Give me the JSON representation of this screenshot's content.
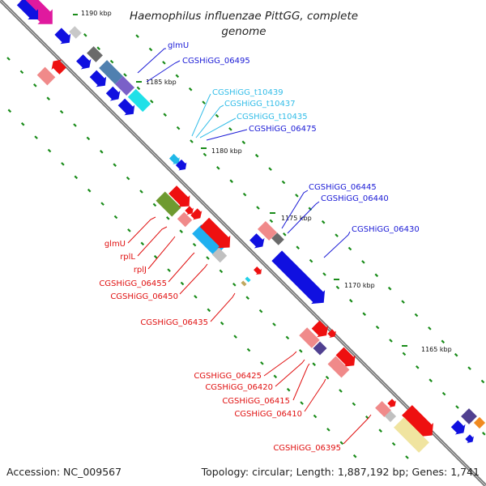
{
  "title": "Haemophilus influenzae PittGG, complete genome",
  "footer": {
    "accession": "Accession: NC_009567",
    "topology": "Topology: circular; Length: 1,887,192 bp; Genes: 1,741"
  },
  "kbp_ticks": [
    {
      "label": "1190 kbp"
    },
    {
      "label": "1185 kbp"
    },
    {
      "label": "1180 kbp"
    },
    {
      "label": "1175 kbp"
    },
    {
      "label": "1170 kbp"
    },
    {
      "label": "1165 kbp"
    }
  ],
  "gene_labels": {
    "blue": [
      "glmU",
      "CGSHiGG_06495",
      "CGSHiGG_06475",
      "CGSHiGG_06445",
      "CGSHiGG_06440",
      "CGSHiGG_06430"
    ],
    "cyan": [
      "CGSHiGG_t10439",
      "CGSHiGG_t10437",
      "CGSHiGG_t10435"
    ],
    "red": [
      "glmU",
      "rplL",
      "rplJ",
      "CGSHiGG_06455",
      "CGSHiGG_06450",
      "CGSHiGG_06435",
      "CGSHiGG_06425",
      "CGSHiGG_06420",
      "CGSHiGG_06415",
      "CGSHiGG_06410",
      "CGSHiGG_06395"
    ]
  },
  "colors": {
    "backbone": "#808080",
    "blue_label": "#1a1ad6",
    "cyan_label": "#33bde8",
    "red_label": "#e01010",
    "tick_green": "#1a8c1a"
  }
}
